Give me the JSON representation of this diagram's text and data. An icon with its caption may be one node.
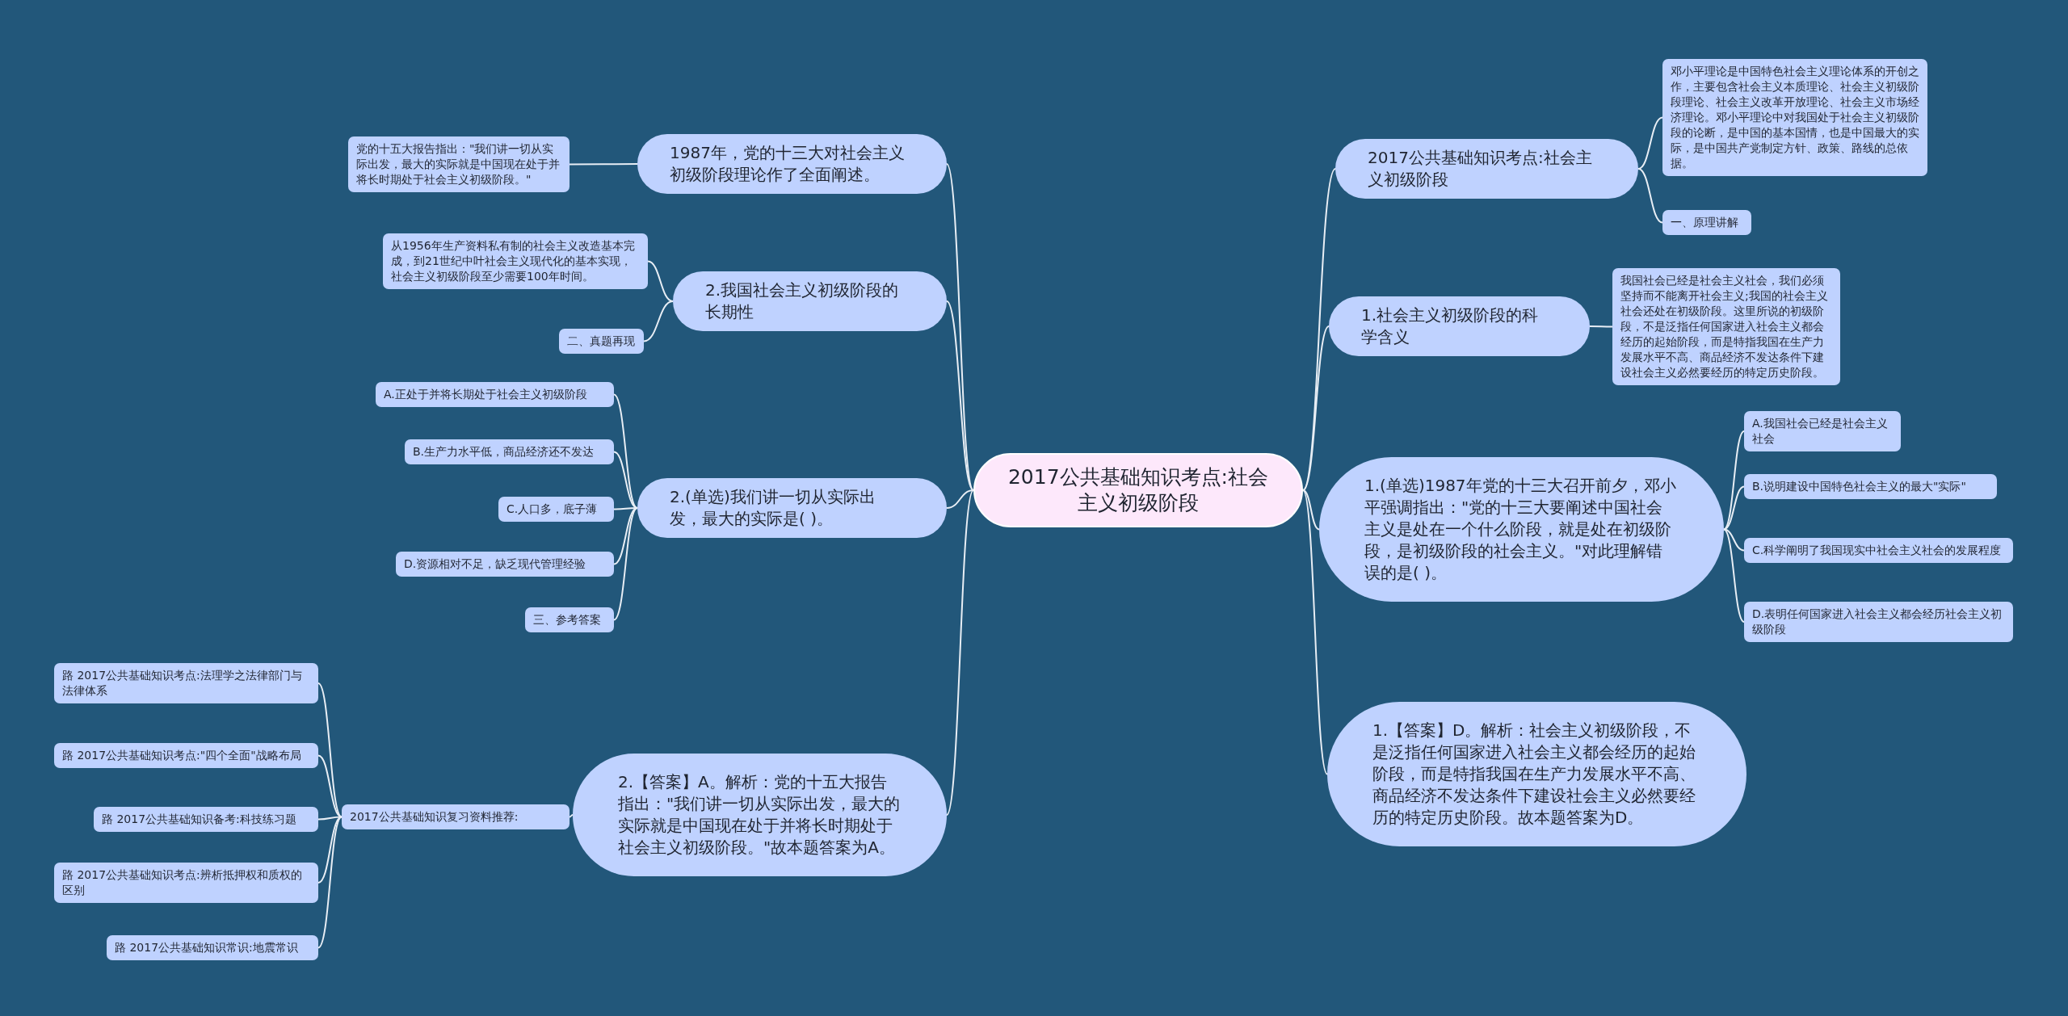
{
  "diagram": {
    "nodes": [
      {
        "text": [
          "2017公共基础知识考点:社会主义初级阶段"
        ]
      },
      {
        "text": [
          "2017公共基础知识考点:社会主义初级阶段"
        ]
      },
      {
        "text": [
          "邓小平理论是中国特色社会主义理论体系的开创之作，主要包含社会主义本质理论、社会主义初级阶段理论、社会主义改革开放理论、社会主义市场经济理论。邓小平理论中对我国处于社会主义初级阶段的论断，是中国的基本国情，也是中国最大的实际，是中国共产党制定方针、政策、路线的总依据。"
        ]
      },
      {
        "text": [
          "一、原理讲解"
        ]
      },
      {
        "text": [
          "1.社会主义初级阶段的科学含义"
        ]
      },
      {
        "text": [
          "我国社会已经是社会主义社会，我们必须坚持而不能离开社会主义;我国的社会主义社会还处在初级阶段。这里所说的初级阶段，不是泛指任何国家进入社会主义都会经历的起始阶段，而是特指我国在生产力发展水平不高、商品经济不发达条件下建设社会主义必然要经历的特定历史阶段。"
        ]
      },
      {
        "text": [
          "1.(单选)1987年党的十三大召开前夕，邓小平强调指出：\"党的十三大要阐述中国社会主义是处在一个什么阶段，就是处在初级阶段，是初级阶段的社会主义。\"对此理解错误的是( )。"
        ]
      },
      {
        "text": [
          "A.我国社会已经是社会主义社会"
        ]
      },
      {
        "text": [
          "B.说明建设中国特色社会主义的最大\"实际\""
        ]
      },
      {
        "text": [
          "C.科学阐明了我国现实中社会主义社会的发展程度"
        ]
      },
      {
        "text": [
          "D.表明任何国家进入社会主义都会经历社会主义初级阶段"
        ]
      },
      {
        "text": [
          "1.【答案】D。解析：社会主义初级阶段，不是泛指任何国家进入社会主义都会经历的起始阶段，而是特指我国在生产力发展水平不高、商品经济不发达条件下建设社会主义必然要经历的特定历史阶段。故本题答案为D。"
        ]
      },
      {
        "text": [
          "1987年，党的十三大对社会主义初级阶段理论作了全面阐述。"
        ]
      },
      {
        "text": [
          "党的十五大报告指出：\"我们讲一切从实际出发，最大的实际就是中国现在处于并将长时期处于社会主义初级阶段。\""
        ]
      },
      {
        "text": [
          "2.我国社会主义初级阶段的长期性"
        ]
      },
      {
        "text": [
          "从1956年生产资料私有制的社会主义改造基本完成，到21世纪中叶社会主义现代化的基本实现，社会主义初级阶段至少需要100年时间。"
        ]
      },
      {
        "text": [
          "二、真题再现"
        ]
      },
      {
        "text": [
          "2.(单选)我们讲一切从实际出发，最大的实际是( )。"
        ]
      },
      {
        "text": [
          "A.正处于并将长期处于社会主义初级阶段"
        ]
      },
      {
        "text": [
          "B.生产力水平低，商品经济还不发达"
        ]
      },
      {
        "text": [
          "C.人口多，底子薄"
        ]
      },
      {
        "text": [
          "D.资源相对不足，缺乏现代管理经验"
        ]
      },
      {
        "text": [
          "三、参考答案"
        ]
      },
      {
        "text": [
          "2.【答案】A。解析：党的十五大报告指出：\"我们讲一切从实际出发，最大的实际就是中国现在处于并将长时期处于社会主义初级阶段。\"故本题答案为A。"
        ]
      },
      {
        "text": [
          "2017公共基础知识复习资料推荐:"
        ]
      },
      {
        "text": [
          "路 2017公共基础知识考点:法理学之法律部门与法律体系"
        ]
      },
      {
        "text": [
          "路 2017公共基础知识考点:\"四个全面\"战略布局"
        ]
      },
      {
        "text": [
          "路 2017公共基础知识备考:科技练习题"
        ]
      },
      {
        "text": [
          "路 2017公共基础知识考点:辨析抵押权和质权的区别"
        ]
      },
      {
        "text": [
          "路 2017公共基础知识常识:地震常识"
        ]
      }
    ],
    "edges": [
      {
        "from": 0,
        "to": 1,
        "arrow": "none"
      },
      {
        "from": 1,
        "to": 2,
        "arrow": "none"
      },
      {
        "from": 1,
        "to": 3,
        "arrow": "none"
      },
      {
        "from": 0,
        "to": 4,
        "arrow": "none"
      },
      {
        "from": 4,
        "to": 5,
        "arrow": "none"
      },
      {
        "from": 0,
        "to": 6,
        "arrow": "none"
      },
      {
        "from": 6,
        "to": 7,
        "arrow": "none"
      },
      {
        "from": 6,
        "to": 8,
        "arrow": "none"
      },
      {
        "from": 6,
        "to": 9,
        "arrow": "none"
      },
      {
        "from": 6,
        "to": 10,
        "arrow": "none"
      },
      {
        "from": 0,
        "to": 11,
        "arrow": "none"
      },
      {
        "from": 0,
        "to": 12,
        "arrow": "none"
      },
      {
        "from": 12,
        "to": 13,
        "arrow": "none"
      },
      {
        "from": 0,
        "to": 14,
        "arrow": "none"
      },
      {
        "from": 14,
        "to": 15,
        "arrow": "none"
      },
      {
        "from": 14,
        "to": 16,
        "arrow": "none"
      },
      {
        "from": 0,
        "to": 17,
        "arrow": "none"
      },
      {
        "from": 17,
        "to": 18,
        "arrow": "none"
      },
      {
        "from": 17,
        "to": 19,
        "arrow": "none"
      },
      {
        "from": 17,
        "to": 20,
        "arrow": "none"
      },
      {
        "from": 17,
        "to": 21,
        "arrow": "none"
      },
      {
        "from": 17,
        "to": 22,
        "arrow": "none"
      },
      {
        "from": 0,
        "to": 23,
        "arrow": "none"
      },
      {
        "from": 23,
        "to": 24,
        "arrow": "none"
      },
      {
        "from": 24,
        "to": 25,
        "arrow": "none"
      },
      {
        "from": 24,
        "to": 26,
        "arrow": "none"
      },
      {
        "from": 24,
        "to": 27,
        "arrow": "none"
      },
      {
        "from": 24,
        "to": 28,
        "arrow": "none"
      },
      {
        "from": 24,
        "to": 29,
        "arrow": "none"
      }
    ]
  }
}
